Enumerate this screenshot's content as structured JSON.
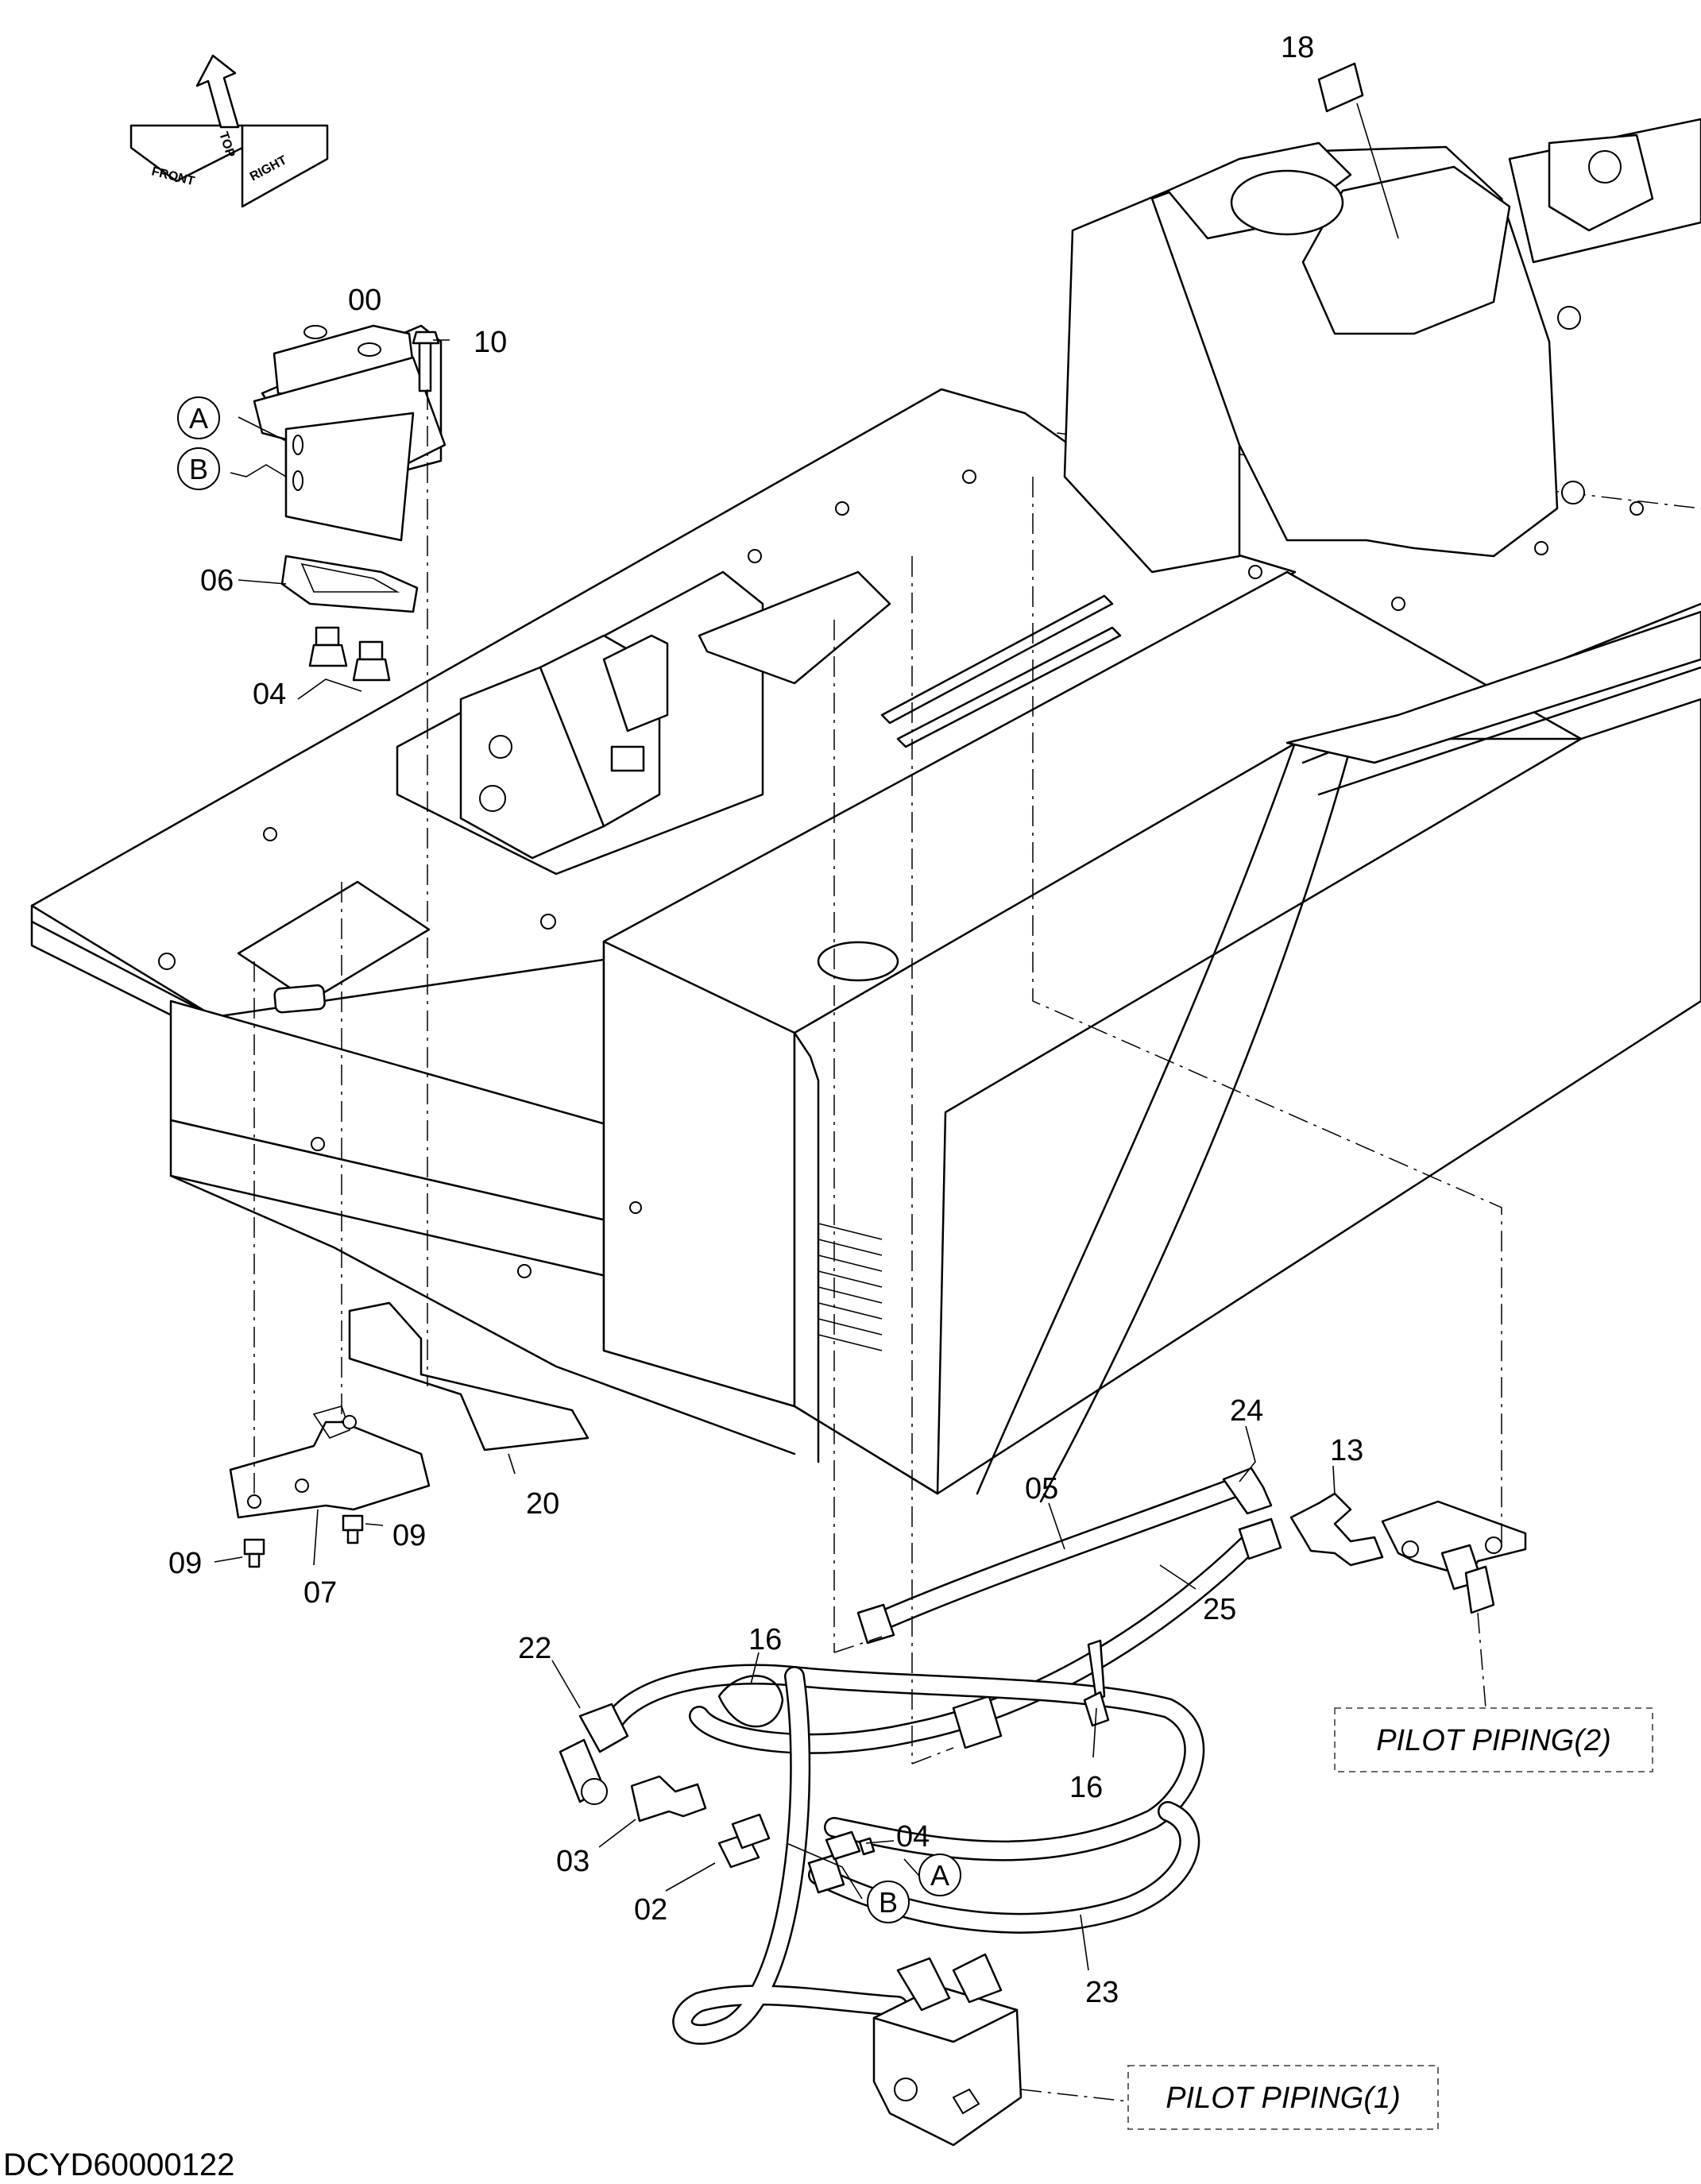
{
  "drawing": {
    "code": "DCYD60000122",
    "orientation": {
      "front": "FRONT",
      "top": "TOP",
      "right": "RIGHT"
    },
    "part_labels": {
      "p00": "00",
      "p10": "10",
      "p06": "06",
      "p04a": "04",
      "p18": "18",
      "p20": "20",
      "p07": "07",
      "p09a": "09",
      "p09b": "09",
      "p24": "24",
      "p13": "13",
      "p05": "05",
      "p25": "25",
      "p22": "22",
      "p16a": "16",
      "p16b": "16",
      "p04b": "04",
      "p03": "03",
      "p02": "02",
      "p23": "23"
    },
    "callouts": {
      "a_top": "A",
      "b_top": "B",
      "a_bottom": "A",
      "b_bottom": "B"
    },
    "references": {
      "pilot_piping_1": "PILOT PIPING(1)",
      "pilot_piping_2": "PILOT PIPING(2)"
    }
  }
}
